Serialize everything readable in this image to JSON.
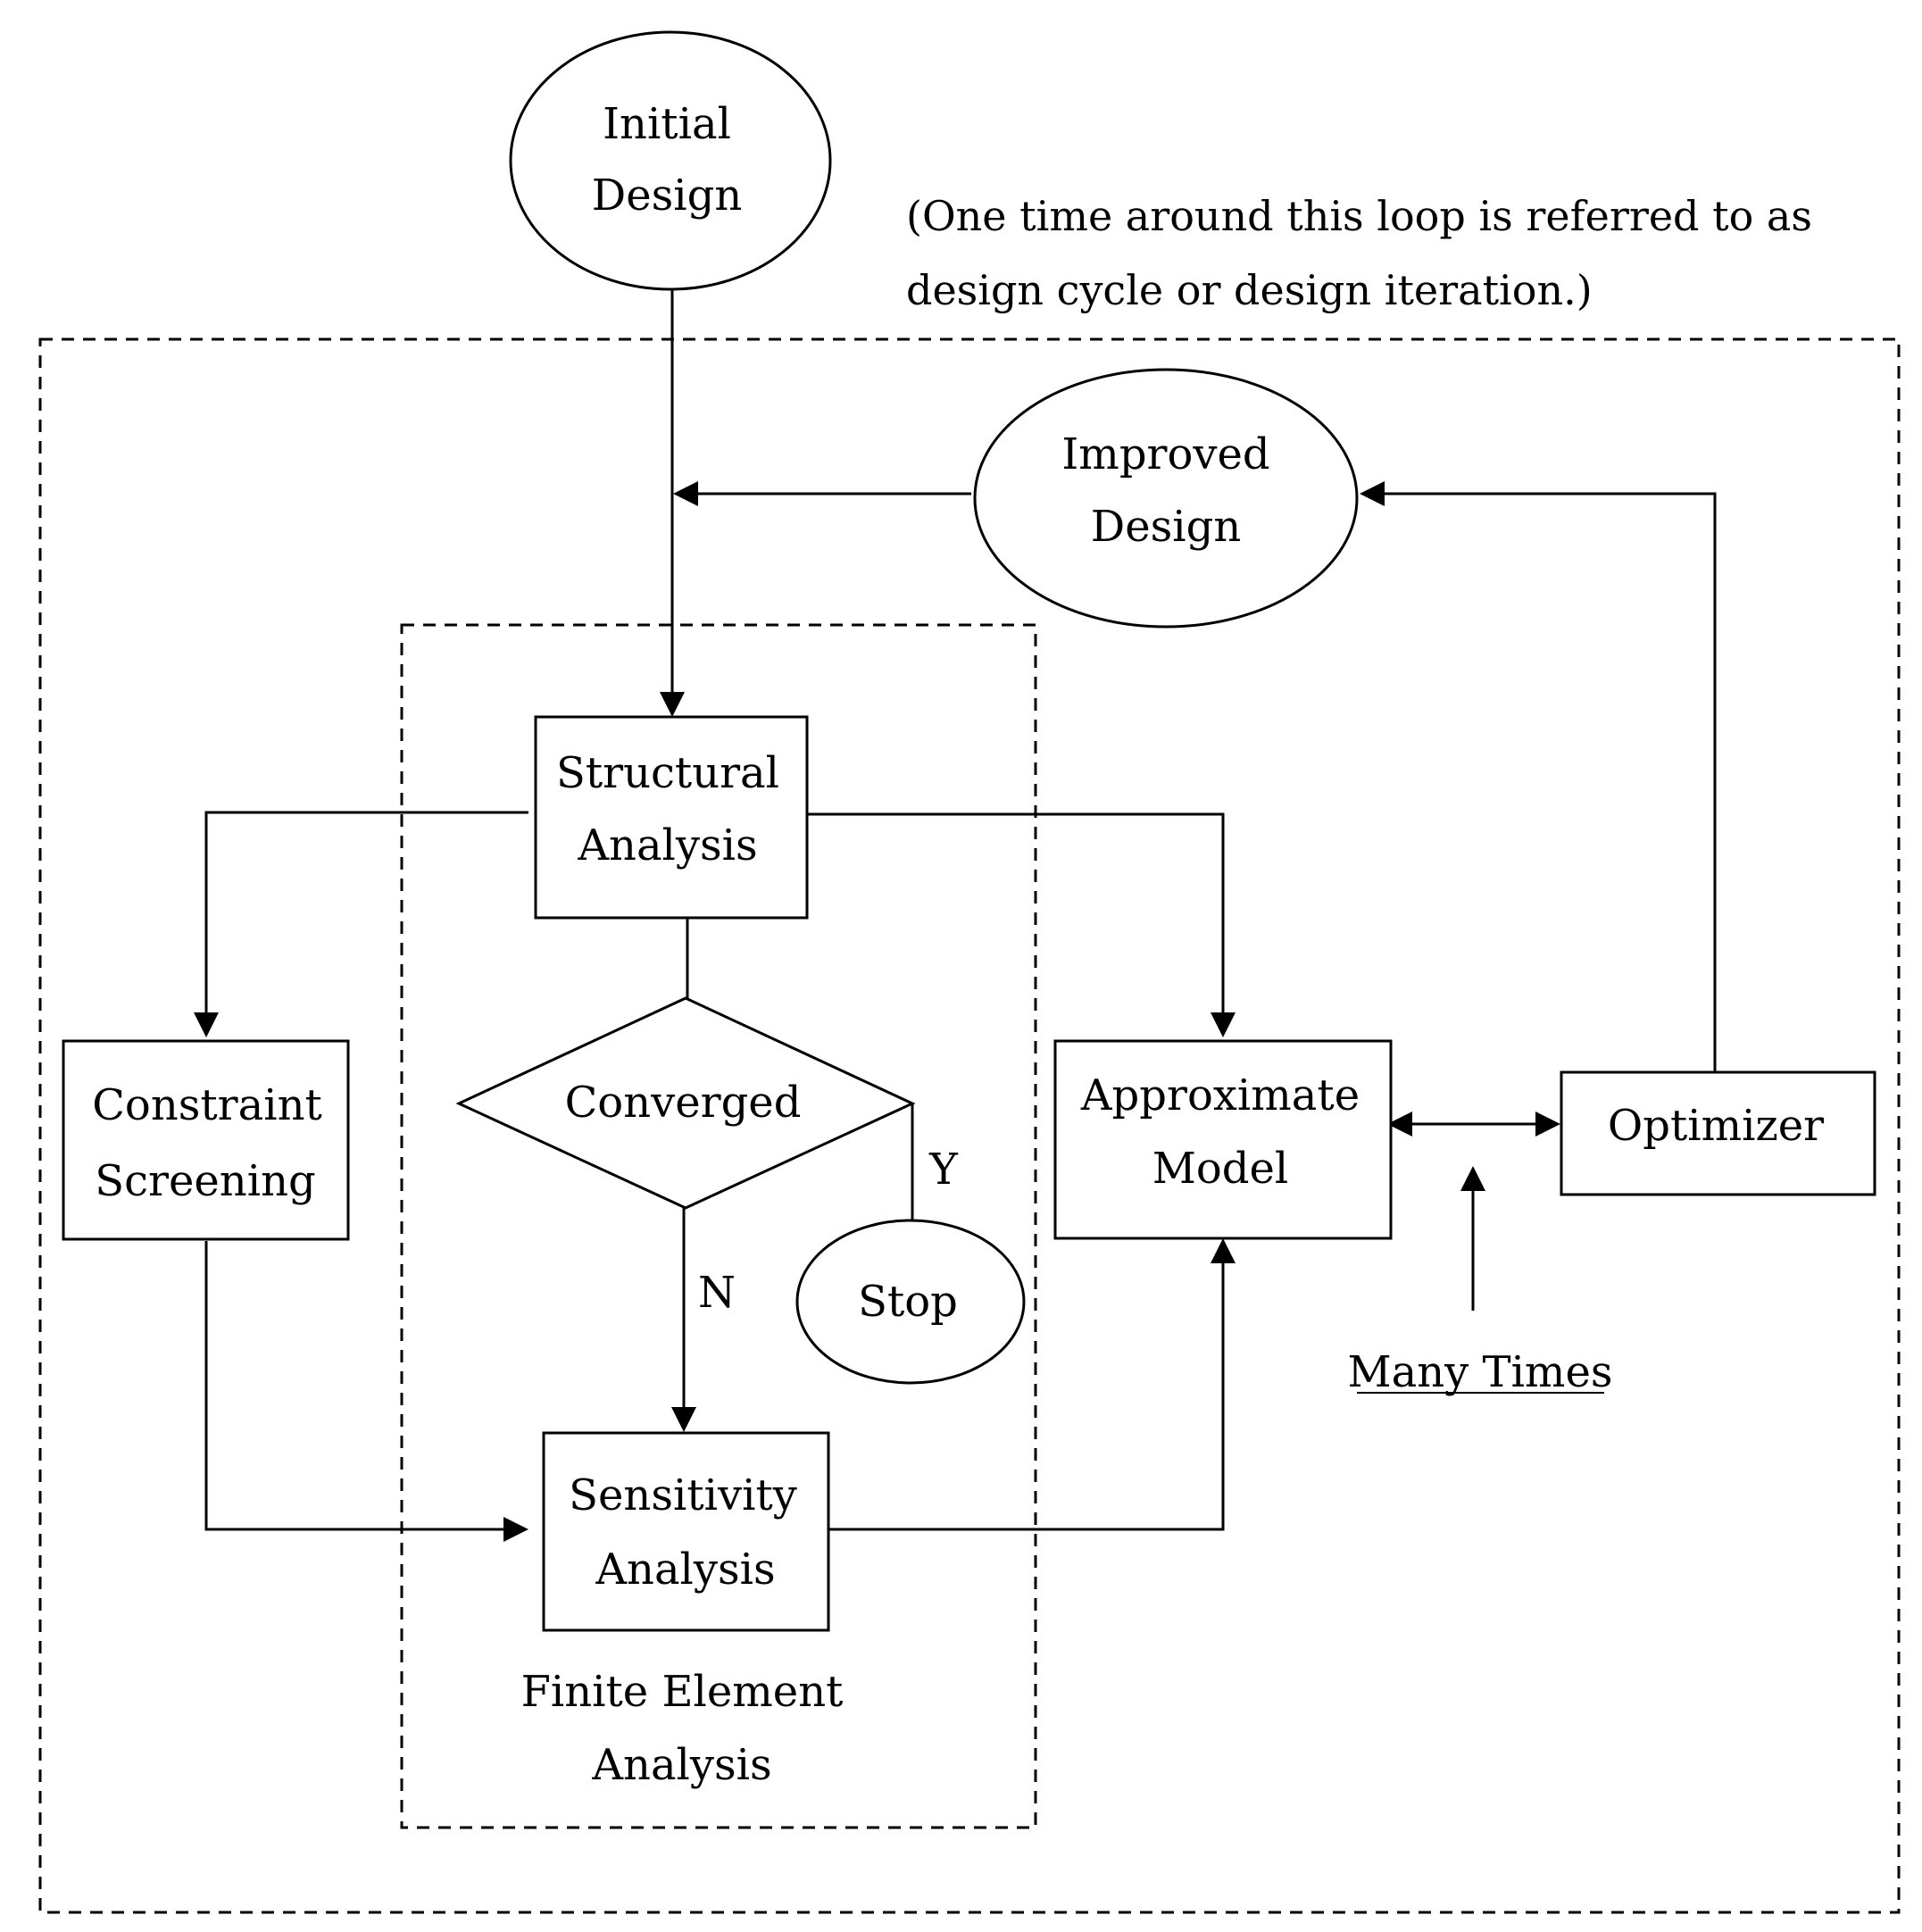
{
  "initial_design": {
    "line1": "Initial",
    "line2": "Design"
  },
  "note": {
    "line1": "(One time around this loop is referred to as",
    "line2": "design cycle or design iteration.)"
  },
  "improved_design": {
    "line1": "Improved",
    "line2": "Design"
  },
  "structural_analysis": {
    "line1": "Structural",
    "line2": "Analysis"
  },
  "converged": {
    "label": "Converged",
    "yes": "Y",
    "no": "N"
  },
  "stop": {
    "label": "Stop"
  },
  "constraint_screening": {
    "line1": "Constraint",
    "line2": "Screening"
  },
  "sensitivity_analysis": {
    "line1": "Sensitivity",
    "line2": "Analysis"
  },
  "approximate_model": {
    "line1": "Approximate",
    "line2": "Model"
  },
  "optimizer": {
    "label": "Optimizer"
  },
  "many_times": {
    "label": "Many Times"
  },
  "finite_element": {
    "line1": "Finite Element",
    "line2": "Analysis"
  }
}
